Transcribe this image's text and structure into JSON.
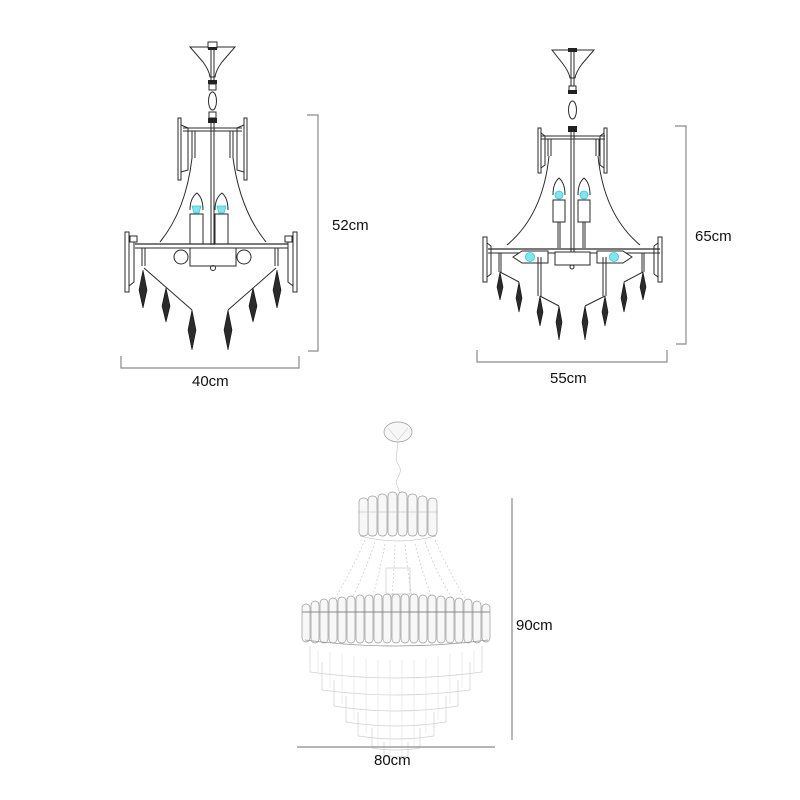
{
  "figures": [
    {
      "id": "small",
      "description": "Line drawing of 4-light crystal chandelier, small size",
      "bulb_color": "#7fe6ee",
      "dimensions": {
        "height_label": "52cm",
        "width_label": "40cm"
      }
    },
    {
      "id": "medium",
      "description": "Line drawing of 6-light crystal chandelier, medium size",
      "bulb_color": "#7fe6ee",
      "dimensions": {
        "height_label": "65cm",
        "width_label": "55cm"
      }
    },
    {
      "id": "large",
      "description": "Photo-style rendering of tiered crystal chandelier, large size",
      "dimensions": {
        "height_label": "90cm",
        "width_label": "80cm"
      }
    }
  ],
  "colors": {
    "dimension_line": "#8a8a8a",
    "drawing_line": "#2a2a2a",
    "bulb": "#7fe6ee",
    "background": "#ffffff"
  }
}
